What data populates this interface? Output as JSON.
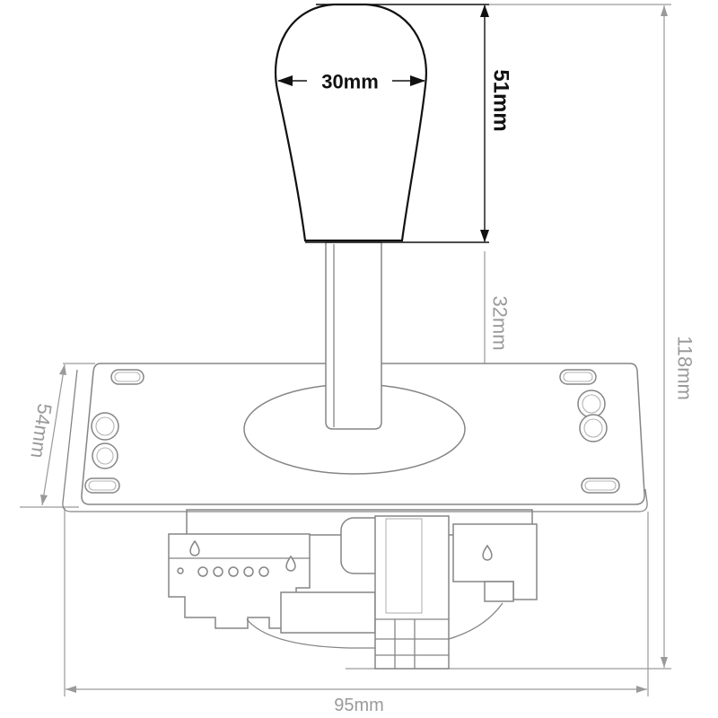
{
  "dimensions": {
    "knob_width": "30mm",
    "knob_height": "51mm",
    "shaft_height": "32mm",
    "overall_height": "118mm",
    "plate_depth": "54mm",
    "plate_width": "95mm"
  },
  "colors": {
    "primary_line": "#111111",
    "secondary_line": "#9a9a9a",
    "part_outline": "#858585",
    "background": "#ffffff"
  }
}
